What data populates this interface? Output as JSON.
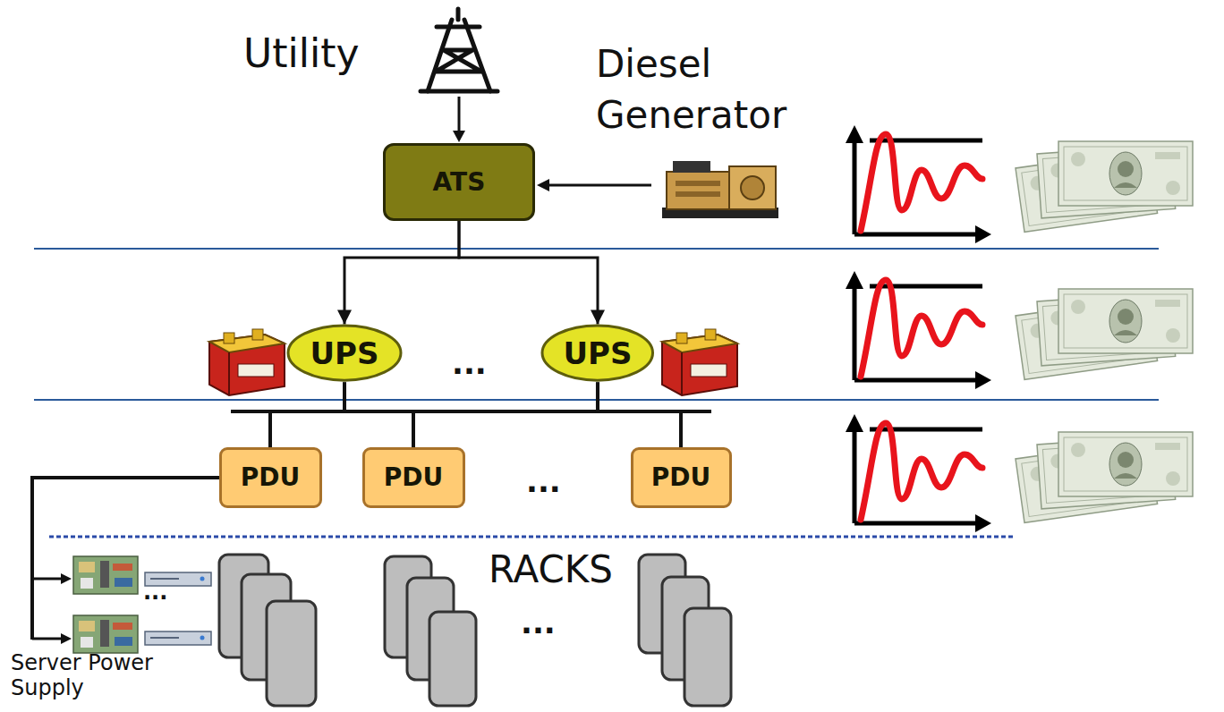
{
  "diagram": {
    "nodes": [
      {
        "text": [
          "ATS"
        ]
      },
      {
        "text": [
          "UPS"
        ]
      },
      {
        "text": [
          "UPS"
        ]
      },
      {
        "text": [
          "PDU"
        ]
      },
      {
        "text": [
          "PDU"
        ]
      },
      {
        "text": [
          "PDU"
        ]
      }
    ],
    "edges": [
      {
        "from": 0,
        "to": 1,
        "arrow": "to"
      },
      {
        "from": 0,
        "to": 2,
        "arrow": "to"
      },
      {
        "from": 1,
        "to": 3,
        "arrow": "none"
      },
      {
        "from": 1,
        "to": 4,
        "arrow": "none"
      },
      {
        "from": 1,
        "to": 5,
        "arrow": "none"
      },
      {
        "from": 2,
        "to": 3,
        "arrow": "none"
      },
      {
        "from": 2,
        "to": 4,
        "arrow": "none"
      },
      {
        "from": 2,
        "to": 5,
        "arrow": "none"
      }
    ],
    "labels": [
      "Utility",
      "Diesel Generator",
      "...",
      "...",
      "...",
      "RACKS",
      "...",
      "Server Power Supply"
    ]
  }
}
